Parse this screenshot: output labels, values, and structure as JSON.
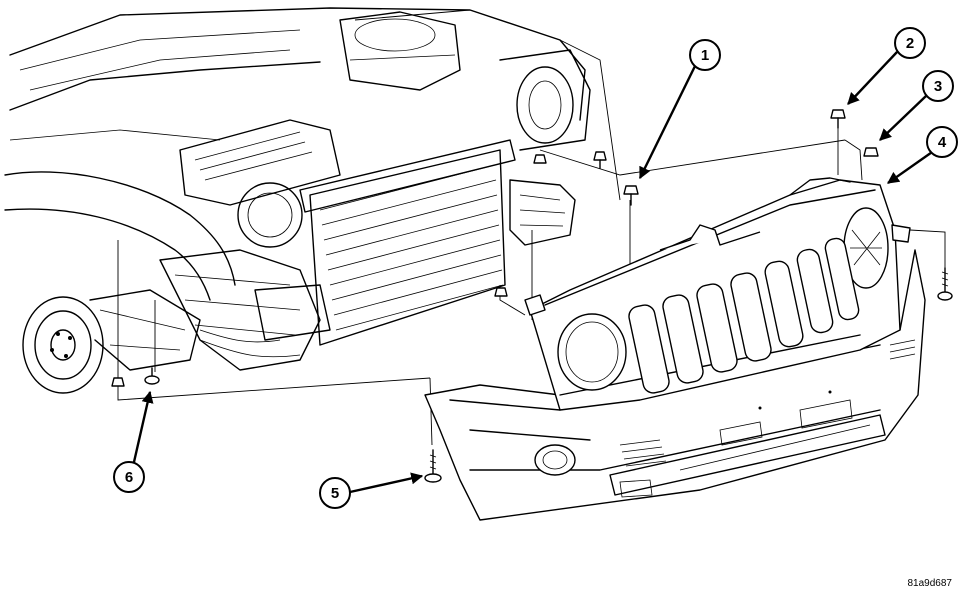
{
  "figure": {
    "id": "81a9d687"
  },
  "callouts": [
    {
      "number": "1"
    },
    {
      "number": "2"
    },
    {
      "number": "3"
    },
    {
      "number": "4"
    },
    {
      "number": "5"
    },
    {
      "number": "6"
    }
  ],
  "colors": {
    "ink": "#000000",
    "background": "#ffffff"
  }
}
